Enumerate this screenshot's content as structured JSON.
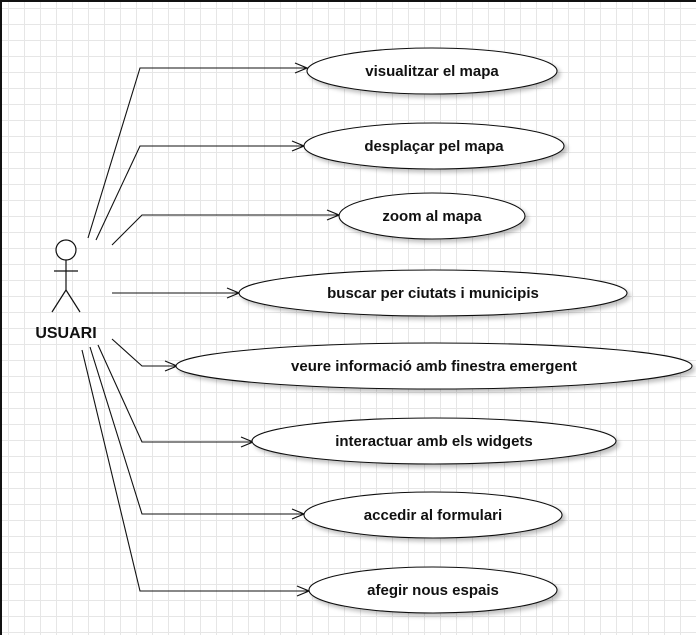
{
  "diagram": {
    "type": "use-case",
    "actor": {
      "label": "USUARI"
    },
    "use_cases": [
      {
        "label": "visualitzar el mapa"
      },
      {
        "label": "desplaçar pel mapa"
      },
      {
        "label": "zoom al mapa"
      },
      {
        "label": "buscar per ciutats i municipis"
      },
      {
        "label": "veure informació amb finestra emergent"
      },
      {
        "label": "interactuar amb els widgets"
      },
      {
        "label": "accedir al formulari"
      },
      {
        "label": "afegir nous espais"
      }
    ]
  }
}
